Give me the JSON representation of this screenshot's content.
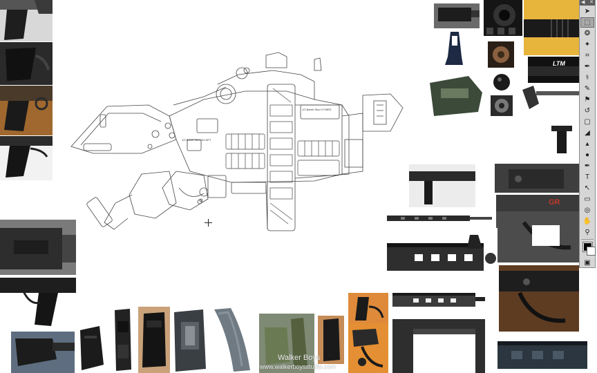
{
  "canvas": {
    "background": "#ffffff"
  },
  "toolbox": {
    "header_left": "◀",
    "header_right": "✕",
    "tools": [
      {
        "name": "move-tool",
        "glyph": "➤",
        "active": false
      },
      {
        "name": "marquee-tool",
        "glyph": "⬚",
        "active": true
      },
      {
        "name": "lasso-tool",
        "glyph": "❂",
        "active": false
      },
      {
        "name": "quick-select-tool",
        "glyph": "✦",
        "active": false
      },
      {
        "name": "crop-tool",
        "glyph": "⌗",
        "active": false
      },
      {
        "name": "eyedropper-tool",
        "glyph": "✒",
        "active": false
      },
      {
        "name": "healing-brush-tool",
        "glyph": "⚕",
        "active": false
      },
      {
        "name": "brush-tool",
        "glyph": "✎",
        "active": false
      },
      {
        "name": "clone-stamp-tool",
        "glyph": "⚑",
        "active": false
      },
      {
        "name": "history-brush-tool",
        "glyph": "↺",
        "active": false
      },
      {
        "name": "eraser-tool",
        "glyph": "▢",
        "active": false
      },
      {
        "name": "paint-bucket-tool",
        "glyph": "◢",
        "active": false
      },
      {
        "name": "blur-tool",
        "glyph": "▴",
        "active": false
      },
      {
        "name": "dodge-tool",
        "glyph": "●",
        "active": false
      },
      {
        "name": "pen-tool",
        "glyph": "✒",
        "active": false
      },
      {
        "name": "type-tool",
        "glyph": "T",
        "active": false
      },
      {
        "name": "path-select-tool",
        "glyph": "↖",
        "active": false
      },
      {
        "name": "shape-tool",
        "glyph": "▭",
        "active": false
      },
      {
        "name": "3d-rotate-tool",
        "glyph": "◎",
        "active": false
      },
      {
        "name": "hand-tool",
        "glyph": "✋",
        "active": false
      },
      {
        "name": "zoom-tool",
        "glyph": "⚲",
        "active": false
      }
    ],
    "foreground_color": "#000000",
    "background_color": "#ffffff",
    "quick_mask_glyph": "▣"
  },
  "watermark": {
    "text": "Walker Boys",
    "url": "www.walkerboysstudio.com"
  },
  "line_drawing": {
    "label_a": "1/2 Barrel\nStud 3 FMRS",
    "label_b": "1/2 Barrel\nStud 3/4 NPT"
  },
  "reference_photos": {
    "ltm_label": "LTM",
    "gr_label": "GR"
  }
}
